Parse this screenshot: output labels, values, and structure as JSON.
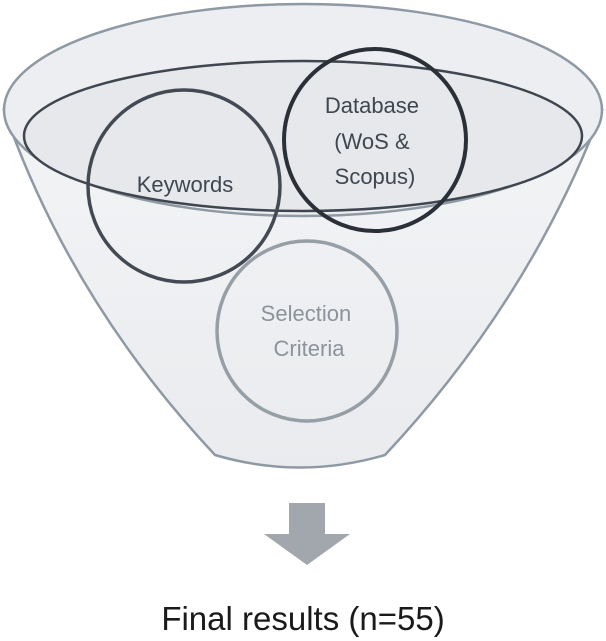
{
  "diagram": {
    "circles": [
      {
        "id": "keywords",
        "lines": [
          "Keywords"
        ]
      },
      {
        "id": "database",
        "lines": [
          "Database",
          "(WoS &",
          "Scopus)"
        ]
      },
      {
        "id": "selection",
        "lines": [
          "Selection",
          "Criteria"
        ]
      }
    ],
    "result": {
      "label": "Final results (n=55)"
    }
  }
}
